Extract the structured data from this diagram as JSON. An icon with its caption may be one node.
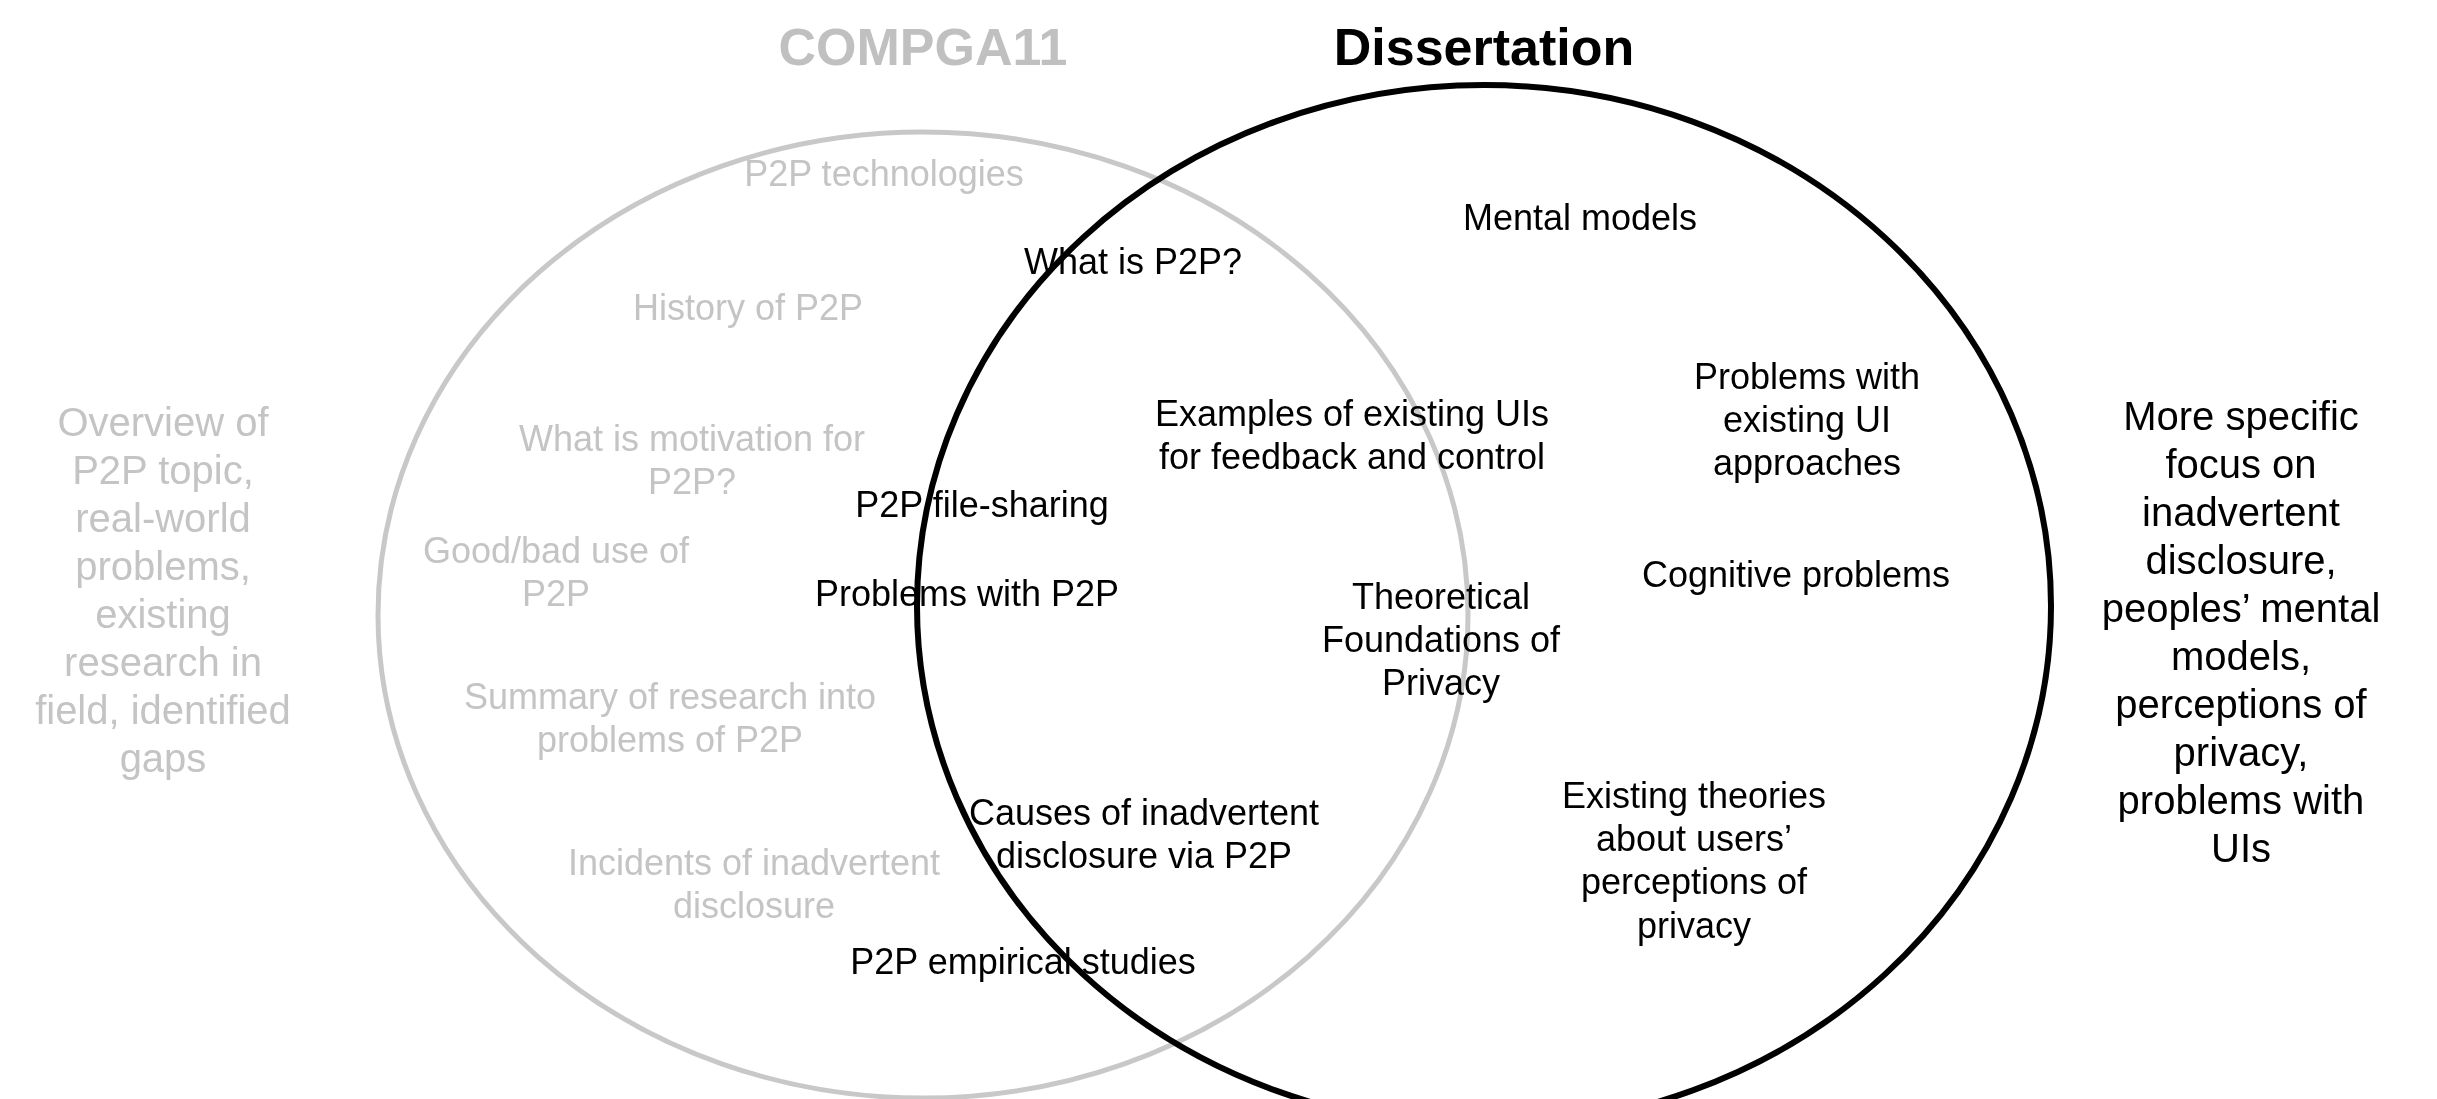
{
  "diagram": {
    "nodes": [
      {
        "text": [
          "COMPGA11"
        ]
      },
      {
        "text": [
          "Dissertation"
        ]
      }
    ],
    "labels": [
      "Overview of P2P topic, real-world problems, existing research in field, identified gaps",
      "P2P technologies",
      "Mental models",
      "What is P2P?",
      "History of P2P",
      "More specific focus on inadvertent disclosure, peoples’ mental models, perceptions of privacy, problems with UIs",
      "Examples of existing UIs for feedback and control",
      "Problems with existing UI approaches",
      "What is motivation for P2P?",
      "P2P file-sharing",
      "Good/bad use of P2P",
      "Problems with P2P",
      "Theoretical Foundations of Privacy",
      "Cognitive problems",
      "Summary of research into problems of P2P",
      "Existing theories about users’ perceptions of privacy",
      "Causes of inadvertent disclosure via P2P",
      "Incidents of inadvertent disclosure",
      "P2P empirical studies"
    ]
  }
}
